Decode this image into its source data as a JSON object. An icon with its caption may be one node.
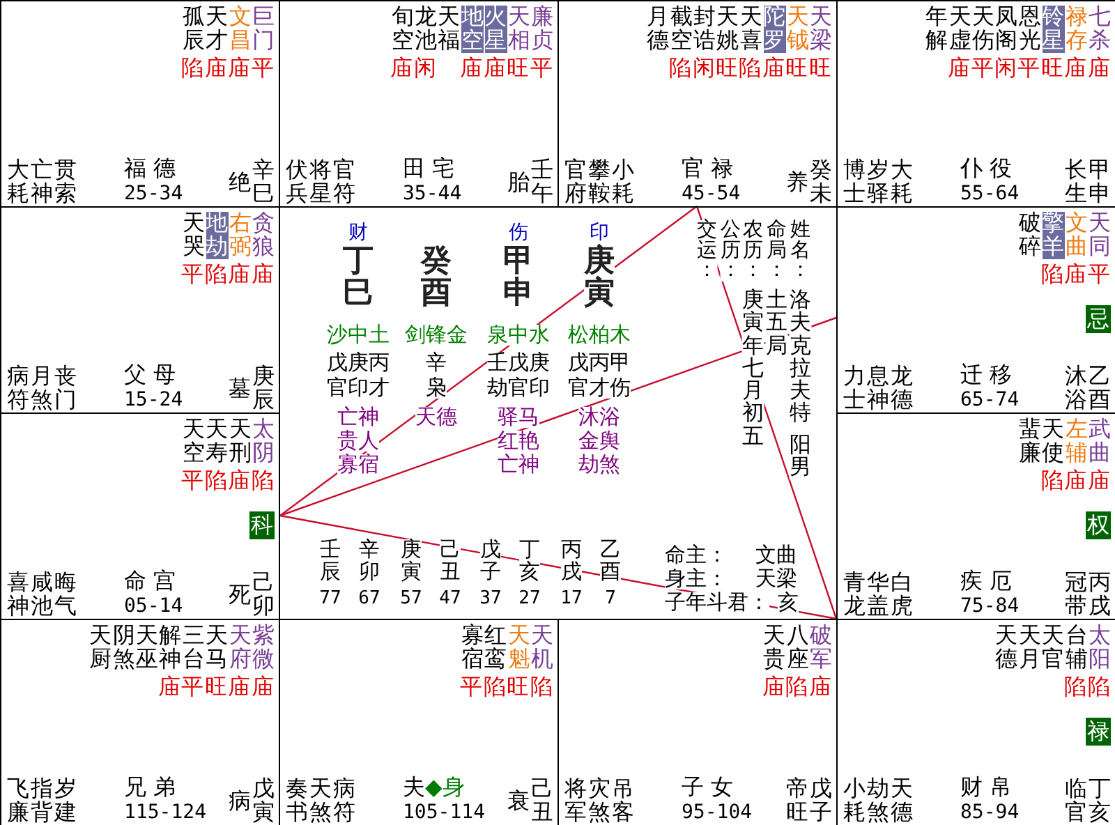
{
  "diagram": {
    "nodes": [
      {
        "text": [
          "孤辰",
          "天才",
          "文昌",
          "巨门",
          "陷庙庙平",
          "大耗",
          "亡神",
          "贯索",
          "福 德",
          "25-34",
          "绝",
          "辛巳"
        ]
      },
      {
        "text": [
          "旬空",
          "龙池",
          "天福",
          "地空",
          "火星",
          "天相",
          "廉贞",
          "庙闲",
          "庙庙旺平",
          "伏兵",
          "将星",
          "官符",
          "田 宅",
          "35-44",
          "胎",
          "壬午"
        ]
      },
      {
        "text": [
          "月德",
          "截空",
          "封诰",
          "天姚",
          "天喜",
          "陀罗",
          "天钺",
          "天梁",
          "陷闲旺陷庙旺旺",
          "官府",
          "攀鞍",
          "小耗",
          "官 禄",
          "45-54",
          "养",
          "癸未"
        ]
      },
      {
        "text": [
          "年解",
          "天虚",
          "天伤",
          "凤阁",
          "恩光",
          "铃星",
          "禄存",
          "七杀",
          "庙平闲平旺庙庙",
          "博士",
          "岁驿",
          "大耗",
          "仆 役",
          "55-64",
          "长生",
          "甲申"
        ]
      },
      {
        "text": [
          "天哭",
          "地劫",
          "右弼",
          "贪狼",
          "平陷庙庙",
          "病符",
          "月煞",
          "丧门",
          "父 母",
          "15-24",
          "墓",
          "庚辰"
        ]
      },
      {
        "text": [
          "破碎",
          "擎羊",
          "文曲",
          "天同",
          "陷庙平",
          "忌",
          "力士",
          "息神",
          "龙德",
          "迁 移",
          "65-74",
          "沐浴",
          "乙酉"
        ]
      },
      {
        "text": [
          "天空",
          "天寿",
          "天刑",
          "太阴",
          "平陷庙陷",
          "科",
          "喜神",
          "咸池",
          "晦气",
          "命 宫",
          "05-14",
          "死",
          "己卯"
        ]
      },
      {
        "text": [
          "蜚廉",
          "天使",
          "左辅",
          "武曲",
          "陷庙庙",
          "权",
          "青龙",
          "华盖",
          "白虎",
          "疾 厄",
          "75-84",
          "冠带",
          "丙戌"
        ]
      },
      {
        "text": [
          "天厨",
          "阴煞",
          "天巫",
          "解神",
          "三台",
          "天马",
          "天府",
          "紫微",
          "庙平旺庙庙",
          "飞廉",
          "指背",
          "岁建",
          "兄 弟",
          "115-124",
          "病",
          "戊寅"
        ]
      },
      {
        "text": [
          "寡宿",
          "红鸾",
          "天魁",
          "天机",
          "平陷旺陷",
          "奏书",
          "天煞",
          "病符",
          "夫",
          "◆身",
          "105-114",
          "衰",
          "己丑"
        ]
      },
      {
        "text": [
          "天贵",
          "八座",
          "破军",
          "庙陷庙",
          "将军",
          "灾煞",
          "吊客",
          "子 女",
          "95-104",
          "帝旺",
          "戊子"
        ]
      },
      {
        "text": [
          "天德",
          "天月",
          "天官",
          "台辅",
          "太阳",
          "陷陷",
          "禄",
          "小耗",
          "劫煞",
          "天德",
          "财 帛",
          "85-94",
          "临官",
          "丁亥"
        ]
      }
    ],
    "edges": [
      {
        "from": 6,
        "to": 2,
        "arrow": "none"
      },
      {
        "from": 2,
        "to": 11,
        "arrow": "none"
      },
      {
        "from": 6,
        "to": 11,
        "arrow": "none"
      },
      {
        "from": 6,
        "to": 5,
        "arrow": "none"
      }
    ],
    "labels": [
      "财",
      "伤",
      "印",
      "丁巳",
      "癸酉",
      "甲申",
      "庚寅",
      "交运：",
      "公历：",
      "农历：",
      "命局：",
      "姓名：",
      "沙中土",
      "剑锋金",
      "泉中水",
      "松柏木",
      "戊庚丙",
      "辛",
      "壬戊庚",
      "戊丙甲",
      "官印才",
      "枭",
      "劫官印",
      "官才伤",
      "亡神",
      "贵人",
      "寡宿",
      "天德",
      "驿马",
      "红艳",
      "亡神",
      "沐浴",
      "金舆",
      "劫煞",
      "庚寅年七月初五",
      "土五局",
      "洛夫克拉夫特",
      "阳男",
      "壬辰",
      "77",
      "辛卯",
      "67",
      "庚寅",
      "57",
      "己丑",
      "47",
      "戊子",
      "37",
      "丁亥",
      "27",
      "丙戌",
      "17",
      "乙酉",
      "7",
      "命主：",
      "文曲",
      "身主：",
      "天梁",
      "子年斗君：",
      "亥"
    ]
  }
}
